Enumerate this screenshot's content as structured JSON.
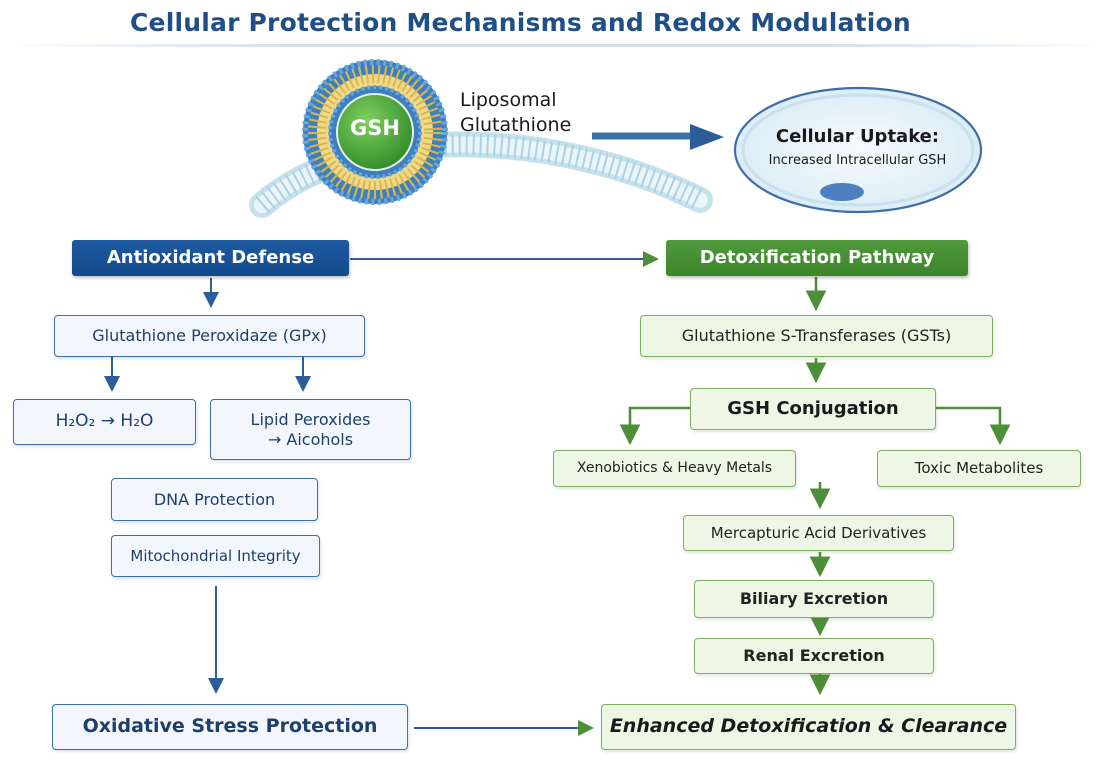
{
  "title": "Cellular Protection Mechanisms and Redox Modulation",
  "liposome": {
    "core_label": "GSH",
    "label_line1": "Liposomal",
    "label_line2": "Glutathione"
  },
  "cell": {
    "heading": "Cellular Uptake:",
    "subtext": "Increased Intracellular GSH"
  },
  "antioxidant": {
    "header": "Antioxidant Defense",
    "enzyme": "Glutathione Peroxidaze (GPx)",
    "reaction1": "H₂O₂ → H₂O",
    "reaction2_line1": "Lipid Peroxides",
    "reaction2_line2": "→ Aicohols",
    "dna": "DNA Protection",
    "mito": "Mitochondrial Integrity",
    "outcome": "Oxidative Stress Protection"
  },
  "detox": {
    "header": "Detoxification Pathway",
    "enzyme": "Glutathione S-Transferases (GSTs)",
    "conjugation": "GSH Conjugation",
    "xeno": "Xenobiotics & Heavy Metals",
    "toxic": "Toxic Metabolites",
    "mercapturic": "Mercapturic Acid Derivatives",
    "biliary": "Biliary Excretion",
    "renal": "Renal Excretion",
    "outcome": "Enhanced Detoxification & Clearance"
  },
  "colors": {
    "blue": "#1f5aa0",
    "green": "#4f9a3c",
    "title": "#1f4f86"
  }
}
